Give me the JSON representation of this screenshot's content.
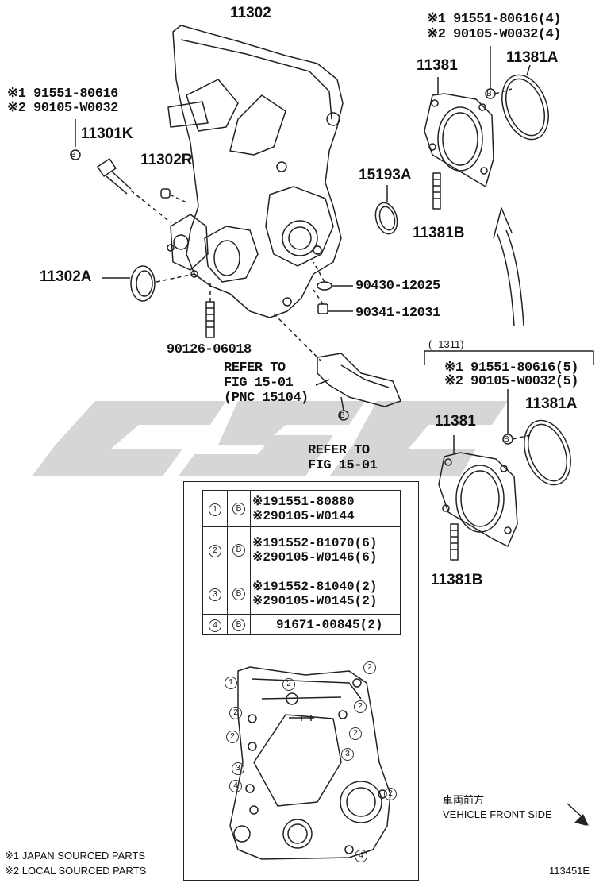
{
  "labels": {
    "p11302": "11302",
    "note_top_1": "※1 91551-80616(4)",
    "note_top_2": "※2 90105-W0032(4)",
    "p11381_top": "11381",
    "p11381a_top": "11381A",
    "note_left_1": "※1 91551-80616",
    "note_left_2": "※2 90105-W0032",
    "p11301k": "11301K",
    "p11302r": "11302R",
    "p15193a": "15193A",
    "p11381b_top": "11381B",
    "p11302a": "11302A",
    "p90430": "90430-12025",
    "p90341": "90341-12031",
    "p90126": "90126-06018",
    "refer_1_l1": "REFER TO",
    "refer_1_l2": "FIG 15-01",
    "refer_1_l3": "(PNC 15104)",
    "refer_2_l1": "REFER TO",
    "refer_2_l2": "FIG 15-01",
    "date_range": "(    -1311)",
    "note_mid_1": "※1 91551-80616(5)",
    "note_mid_2": "※2 90105-W0032(5)",
    "p11381_mid": "11381",
    "p11381a_mid": "11381A",
    "p11381b_mid": "11381B",
    "direction_jp": "車両前方",
    "direction_en": "VEHICLE FRONT SIDE",
    "footnote_1": "※1 JAPAN SOURCED PARTS",
    "footnote_2": "※2 LOCAL SOURCED PARTS",
    "figure_code": "113451E"
  },
  "bolt_table": [
    {
      "key": "1",
      "lines": [
        "※191551-80880",
        "※290105-W0144"
      ]
    },
    {
      "key": "2",
      "lines": [
        "※191552-81070(6)",
        "※290105-W0146(6)"
      ]
    },
    {
      "key": "3",
      "lines": [
        "※191552-81040(2)",
        "※290105-W0145(2)"
      ]
    },
    {
      "key": "4",
      "lines": [
        "91671-00845(2)"
      ]
    }
  ],
  "bolt_symbol": "B",
  "watermark_color": "#c8c8c8"
}
